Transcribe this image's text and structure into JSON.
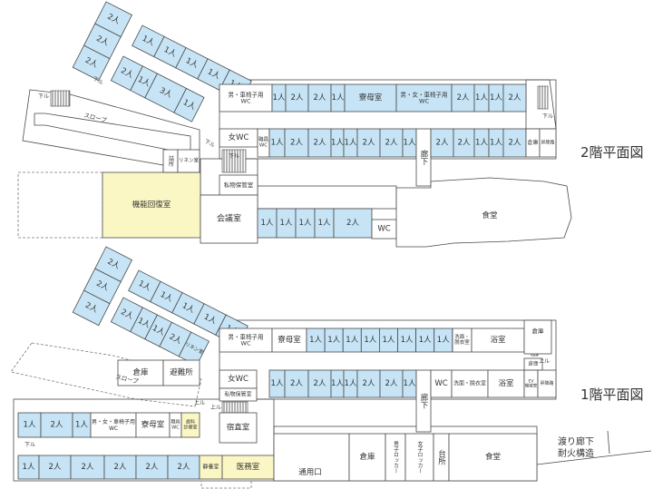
{
  "titles": {
    "floor2": "2階平面図",
    "floor1": "1階平面図",
    "walkway": [
      "渡り廊下",
      "耐火構造"
    ]
  },
  "colors": {
    "resident_room": "#c6e4f5",
    "medical_room": "#fbf7c4",
    "common_room": "#ffffff"
  },
  "floor2": {
    "rooms": [
      "2人",
      "2人",
      "2人",
      "1人",
      "1人",
      "1人",
      "1人",
      "1人",
      "2人",
      "1人",
      "3人",
      "1人",
      [
        "男・車椅子用",
        "WC"
      ],
      "1人",
      "2人",
      "2人",
      "1人",
      "寮母室",
      [
        "男・女・車椅子用",
        "WC"
      ],
      "2人",
      "1人",
      "1人",
      "2人",
      "女WC",
      [
        "職員",
        "WC"
      ],
      "1人",
      "2人",
      "2人",
      "1人",
      "1人",
      "2人",
      "2人",
      "1人",
      "廊下",
      "2人",
      "2人",
      "1人",
      "1人",
      "2人",
      "倉庫",
      "昇降路",
      "私物保管室",
      "機能回復室",
      "会議室",
      "1人",
      "1人",
      "1人",
      "1人",
      "2人",
      "WC",
      "食堂",
      "詰所",
      "リネン室",
      "スロープ"
    ],
    "marks": [
      "下ル",
      "下ル",
      "下ル",
      "下ル",
      "下ル"
    ]
  },
  "floor1": {
    "rooms": [
      "2人",
      "2人",
      "2人",
      "1人",
      "1人",
      "1人",
      "1人",
      "1人",
      "2人",
      "1人",
      "1人",
      "2人",
      "リネン室",
      [
        "男・車椅子用",
        "WC"
      ],
      "寮母室",
      "1人",
      "1人",
      "1人",
      "1人",
      "1人",
      "1人",
      "1人",
      "1人",
      [
        "洗面・",
        "脱衣室"
      ],
      "浴室",
      "倉庫",
      "女WC",
      "私物保管室",
      "宿直室",
      "1人",
      "2人",
      "2人",
      "1人",
      "1人",
      "2人",
      "2人",
      "1人",
      "廊下",
      "WC",
      "洗面・脱衣室",
      "浴室",
      "倉庫",
      [
        "EV",
        "機械室"
      ],
      "昇降路",
      "倉庫",
      "避難所",
      "1人",
      "2人",
      "1人",
      [
        "男・女・車椅子用",
        "WC"
      ],
      "寮母室",
      [
        "職員",
        "WC"
      ],
      [
        "歯科",
        "診療室"
      ],
      "1人",
      "2人",
      "2人",
      "2人",
      "2人",
      "2人",
      "静養室",
      "医務室",
      "通用口",
      "倉庫",
      "男子ロッカー",
      "女子ロッカー",
      "台所",
      "食堂",
      "スロープ"
    ],
    "marks": [
      "下ル",
      "上ル",
      "上ル",
      "上ル"
    ]
  }
}
